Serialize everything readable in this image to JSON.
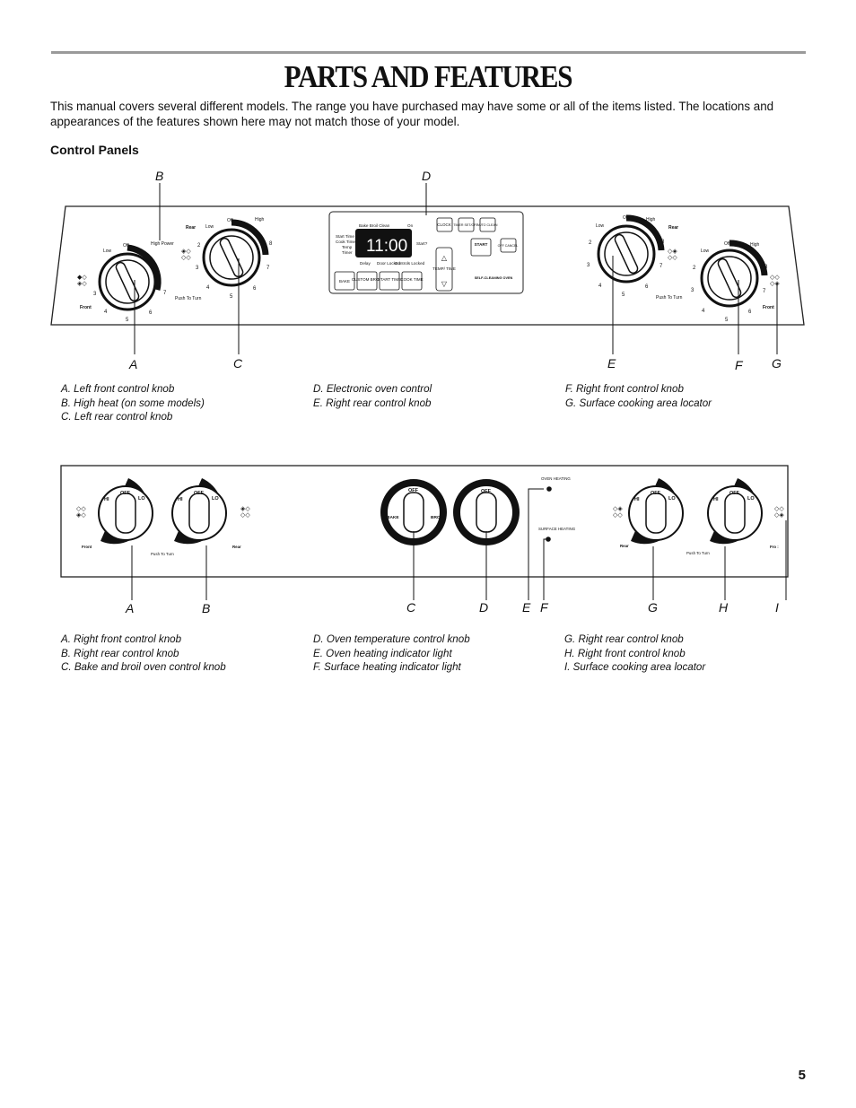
{
  "page": {
    "title": "PARTS AND FEATURES",
    "intro": "This manual covers several different models. The range you have purchased may have some or all of the items listed. The locations and appearances of the features shown here may not match those of your model.",
    "section_heading": "Control Panels",
    "page_number": "5"
  },
  "figure1": {
    "callouts": [
      "A",
      "B",
      "C",
      "D",
      "E",
      "F",
      "G"
    ],
    "panel_text": {
      "front": "Front",
      "rear": "Rear",
      "low": "Low",
      "off": "Off",
      "high_power": "High Power",
      "high": "High",
      "push_to_turn": "Push To Turn",
      "self_cleaning": "SELF-CLEANING OVEN",
      "clock_display": "11:00",
      "start_q": "Start?",
      "display_top": "Bake  Broil  Clean",
      "display_on": "On",
      "display_left": [
        "Start Time",
        "Cook Time",
        "Temp",
        "Timer"
      ],
      "display_bottom": [
        "Delay",
        "Door Locked",
        "Controls Locked"
      ],
      "buttons": [
        "BAKE",
        "CUSTOM BROIL",
        "START TIME",
        "COOK TIME",
        "CLOCK",
        "TIMER SET/OFF",
        "AUTO CLEAN",
        "START",
        "OFF CANCEL",
        "TEMP/ TIME"
      ],
      "dial_numbers": [
        "2",
        "3",
        "4",
        "5",
        "6",
        "7",
        "8"
      ]
    },
    "legend_col1": [
      "A. Left front control knob",
      "B. High heat (on some models)",
      "C. Left rear control knob"
    ],
    "legend_col2": [
      "D. Electronic oven control",
      "E. Right rear control knob"
    ],
    "legend_col3": [
      "F. Right front control knob",
      "G. Surface cooking area locator"
    ]
  },
  "figure2": {
    "callouts": [
      "A",
      "B",
      "C",
      "D",
      "E",
      "F",
      "G",
      "H",
      "I"
    ],
    "panel_text": {
      "front": "Front",
      "rear": "Rear",
      "push_to_turn": "Push To Turn",
      "off": "OFF",
      "hi": "HI",
      "lo": "LO",
      "bake": "BAKE",
      "broil": "BROIL",
      "oven_heating": "OVEN HEATING",
      "surface_heating": "SURFACE HEATING",
      "fro": "Fro :"
    },
    "legend_col1": [
      "A. Right front control knob",
      "B. Right rear control knob",
      "C. Bake and broil oven control knob"
    ],
    "legend_col2": [
      "D. Oven temperature control knob",
      "E. Oven heating indicator light",
      "F. Surface heating indicator light"
    ],
    "legend_col3": [
      "G. Right rear control knob",
      "H. Right front control knob",
      "I. Surface cooking area locator"
    ]
  }
}
